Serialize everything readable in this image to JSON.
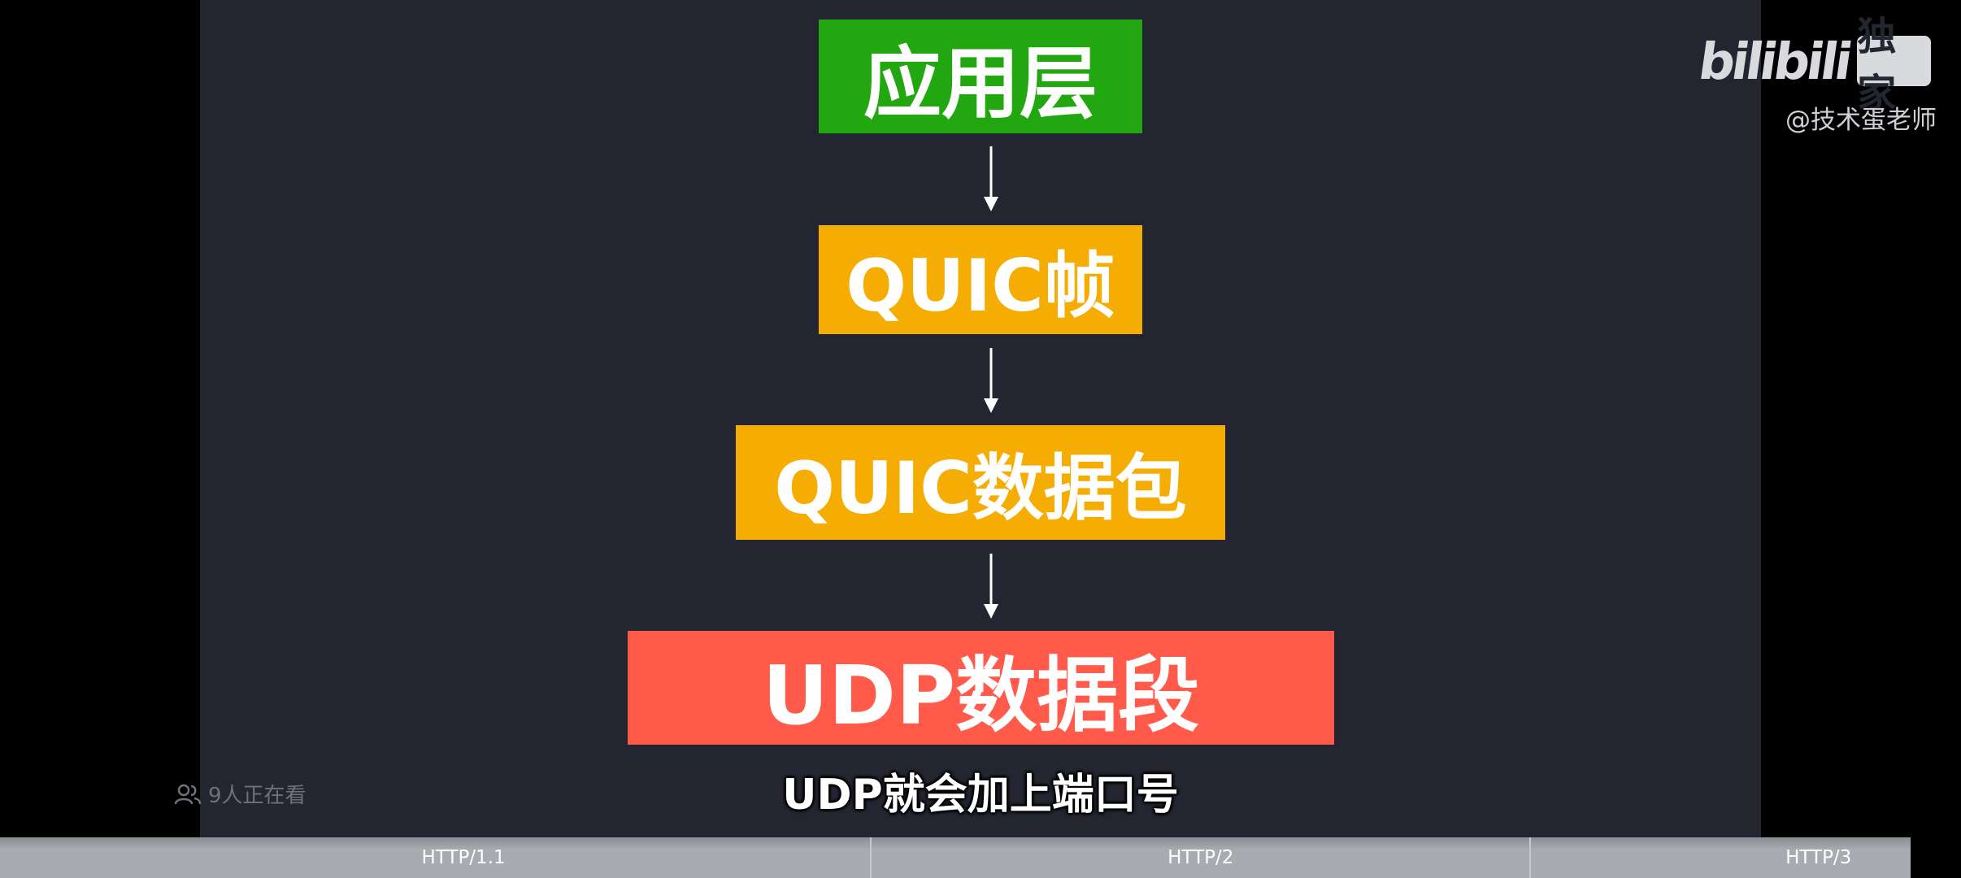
{
  "video": {
    "boxes": [
      {
        "label": "应用层",
        "color": "#22a710"
      },
      {
        "label": "QUIC帧",
        "color": "#f5ad04"
      },
      {
        "label": "QUIC数据包",
        "color": "#f5ad04"
      },
      {
        "label": "UDP数据段",
        "color": "#ff5a4a"
      }
    ],
    "subtitle": "UDP就会加上端口号",
    "logo_text": "bilibili",
    "logo_badge": "独家",
    "author": "@技术蛋老师",
    "viewers": "9人正在看"
  },
  "chapters": [
    {
      "label": "HTTP/1.1"
    },
    {
      "label": "HTTP/2"
    },
    {
      "label": "HTTP/3"
    }
  ],
  "icons": {
    "viewers": "people-icon",
    "arrow": "arrow-down-icon"
  }
}
